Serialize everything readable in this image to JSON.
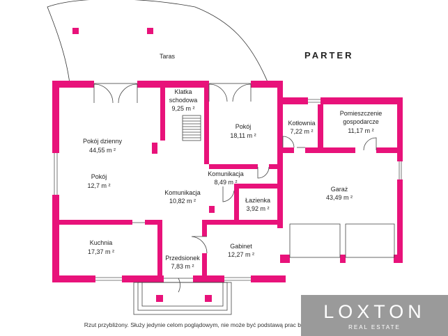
{
  "heading": "PARTER",
  "colors": {
    "wall": "#e8127a",
    "line": "#333333",
    "logo_bg": "#9a9a9a"
  },
  "rooms": {
    "taras": {
      "name": "Taras"
    },
    "klatka": {
      "name_line1": "Klatka",
      "name_line2": "schodowa",
      "area": "9,25 m ²"
    },
    "pokoj_dzienny": {
      "name": "Pokój dzienny",
      "area": "44,55 m ²"
    },
    "pokoj_left": {
      "name": "Pokój",
      "area": "12,7 m ²"
    },
    "pokoj_right": {
      "name": "Pokój",
      "area": "18,11 m ²"
    },
    "kotlownia": {
      "name": "Kotłownia",
      "area": "7,22 m ²"
    },
    "pomieszczenie": {
      "name_line1": "Pomieszczenie",
      "name_line2": "gospodarcze",
      "area": "11,17 m ²"
    },
    "komunikacja_upper": {
      "name": "Komunikacja",
      "area": "8,49 m ²"
    },
    "lazienka": {
      "name": "Łazienka",
      "area": "3,92 m ²"
    },
    "garaz": {
      "name": "Garaż",
      "area": "43,49 m ²"
    },
    "komunikacja_lower": {
      "name": "Komunikacja",
      "area": "10,82 m ²"
    },
    "kuchnia": {
      "name": "Kuchnia",
      "area": "17,37 m ²"
    },
    "przedsionek": {
      "name": "Przedsionek",
      "area": "7,83 m ²"
    },
    "gabinet": {
      "name": "Gabinet",
      "area": "12,27 m ²"
    }
  },
  "footer_note": "Rzut przybliżony. Służy jedynie celom poglądowym, nie może być podstawą prac budowlanych.",
  "logo": {
    "name": "LOXTON",
    "subtitle": "REAL ESTATE"
  }
}
